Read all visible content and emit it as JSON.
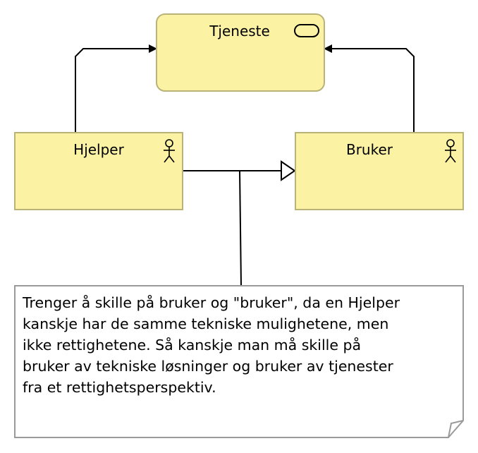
{
  "colors": {
    "element_fill": "#fbf3a3",
    "element_stroke": "#b9b37a",
    "note_fill": "#ffffff",
    "note_stroke": "#9a9a9a",
    "line": "#000000"
  },
  "nodes": {
    "tjeneste": {
      "label": "Tjeneste",
      "kind": "business-service",
      "icon": "service-icon"
    },
    "hjelper": {
      "label": "Hjelper",
      "kind": "business-actor",
      "icon": "actor-icon"
    },
    "bruker": {
      "label": "Bruker",
      "kind": "business-actor",
      "icon": "actor-icon"
    }
  },
  "relations": [
    {
      "from": "hjelper",
      "to": "tjeneste",
      "type": "serving"
    },
    {
      "from": "bruker",
      "to": "tjeneste",
      "type": "serving"
    },
    {
      "from": "hjelper",
      "to": "bruker",
      "type": "specialization"
    }
  ],
  "note": {
    "lines": [
      "Trenger å skille på bruker og \"bruker\", da en Hjelper",
      "kanskje har de samme tekniske mulighetene, men",
      "ikke rettighetene. Så kanskje man må skille på",
      "bruker av tekniske løsninger og bruker av tjenester",
      "fra et rettighetsperspektiv."
    ]
  }
}
